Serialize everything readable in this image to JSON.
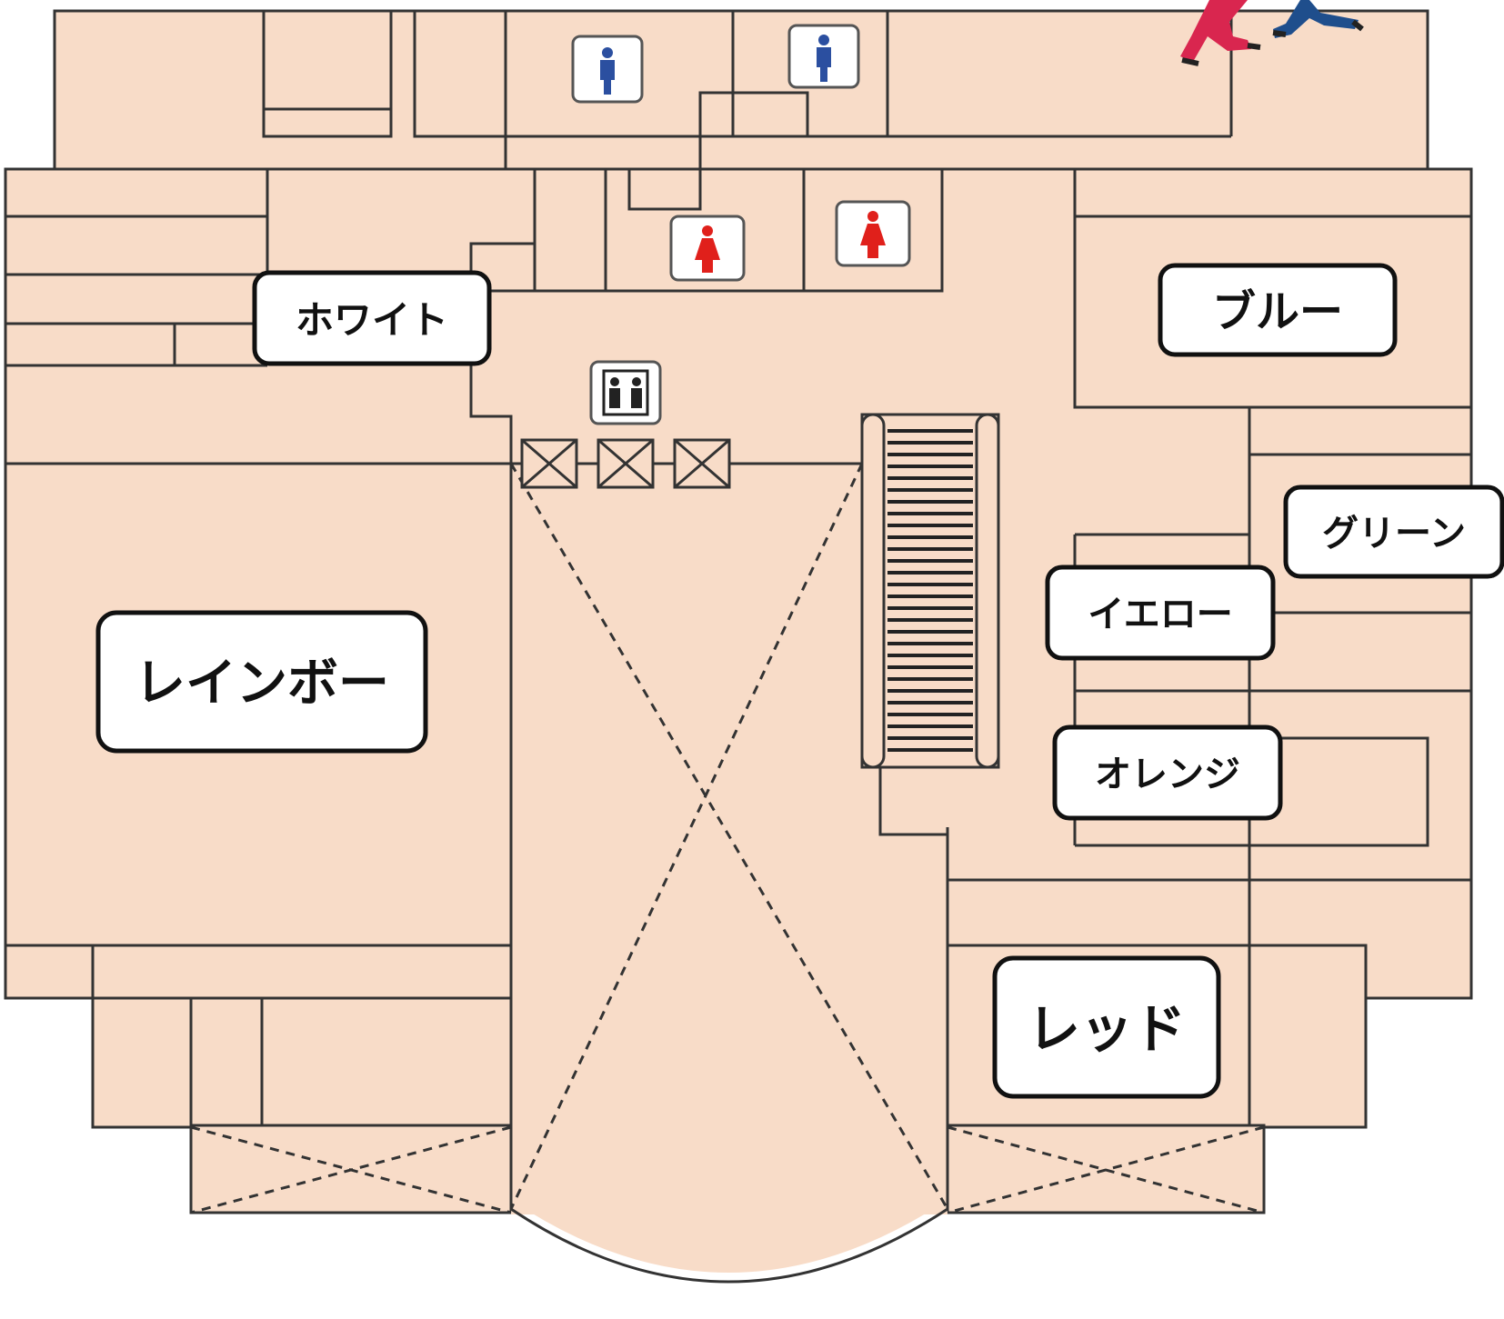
{
  "floor_map": {
    "colors": {
      "floor": "#f8dcc8",
      "wall": "#333333",
      "mens_icon": "#2b4fa0",
      "womens_icon": "#e0201b"
    },
    "rooms": {
      "white": "ホワイト",
      "blue": "ブルー",
      "green": "グリーン",
      "yellow": "イエロー",
      "orange": "オレンジ",
      "rainbow": "レインボー",
      "red": "レッド"
    },
    "icons": [
      "mens-restroom-icon",
      "mens-restroom-icon",
      "womens-restroom-icon",
      "womens-restroom-icon",
      "elevator-icon",
      "escalator",
      "walking-people-illustration"
    ]
  }
}
